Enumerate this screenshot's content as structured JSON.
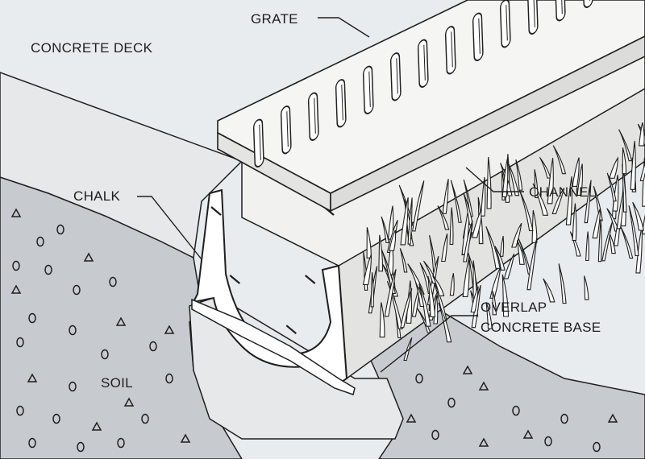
{
  "labels": {
    "concrete_deck": "CONCRETE DECK",
    "grate": "GRATE",
    "chalk": "CHALK",
    "channel": "CHANNEL",
    "overlap_line1": "OVERLAP",
    "overlap_line2": "CONCRETE BASE",
    "soil": "SOIL"
  },
  "colors": {
    "background": "#e9ecee",
    "soil": "#c7cbd0",
    "concrete": "#e6e8ea",
    "channel": "#f1f1ef",
    "line": "#1f1f1f"
  }
}
